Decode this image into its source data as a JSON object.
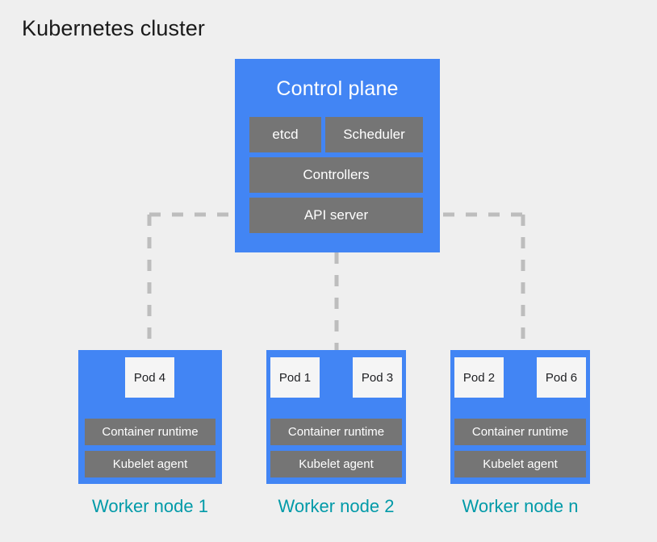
{
  "title": "Kubernetes cluster",
  "colors": {
    "background": "#efefef",
    "node_blue": "#4285f4",
    "component_gray": "#757575",
    "pod_white": "#f5f5f5",
    "label_teal": "#009aa8",
    "connector_gray": "#bdbdbd",
    "title_text": "#1a1a1a"
  },
  "control_plane": {
    "title": "Control plane",
    "components": [
      {
        "label": "etcd"
      },
      {
        "label": "Scheduler"
      },
      {
        "label": "Controllers"
      },
      {
        "label": "API server"
      }
    ]
  },
  "worker_nodes": [
    {
      "label": "Worker node 1",
      "pods": [
        {
          "label": "Pod 4"
        }
      ],
      "components": [
        {
          "label": "Container runtime"
        },
        {
          "label": "Kubelet agent"
        }
      ]
    },
    {
      "label": "Worker node 2",
      "pods": [
        {
          "label": "Pod 1"
        },
        {
          "label": "Pod 3"
        }
      ],
      "components": [
        {
          "label": "Container runtime"
        },
        {
          "label": "Kubelet agent"
        }
      ]
    },
    {
      "label": "Worker node n",
      "pods": [
        {
          "label": "Pod 2"
        },
        {
          "label": "Pod 6"
        }
      ],
      "components": [
        {
          "label": "Container runtime"
        },
        {
          "label": "Kubelet agent"
        }
      ]
    }
  ],
  "connectors": {
    "style": "dashed",
    "description": "API server connects to each worker node"
  }
}
